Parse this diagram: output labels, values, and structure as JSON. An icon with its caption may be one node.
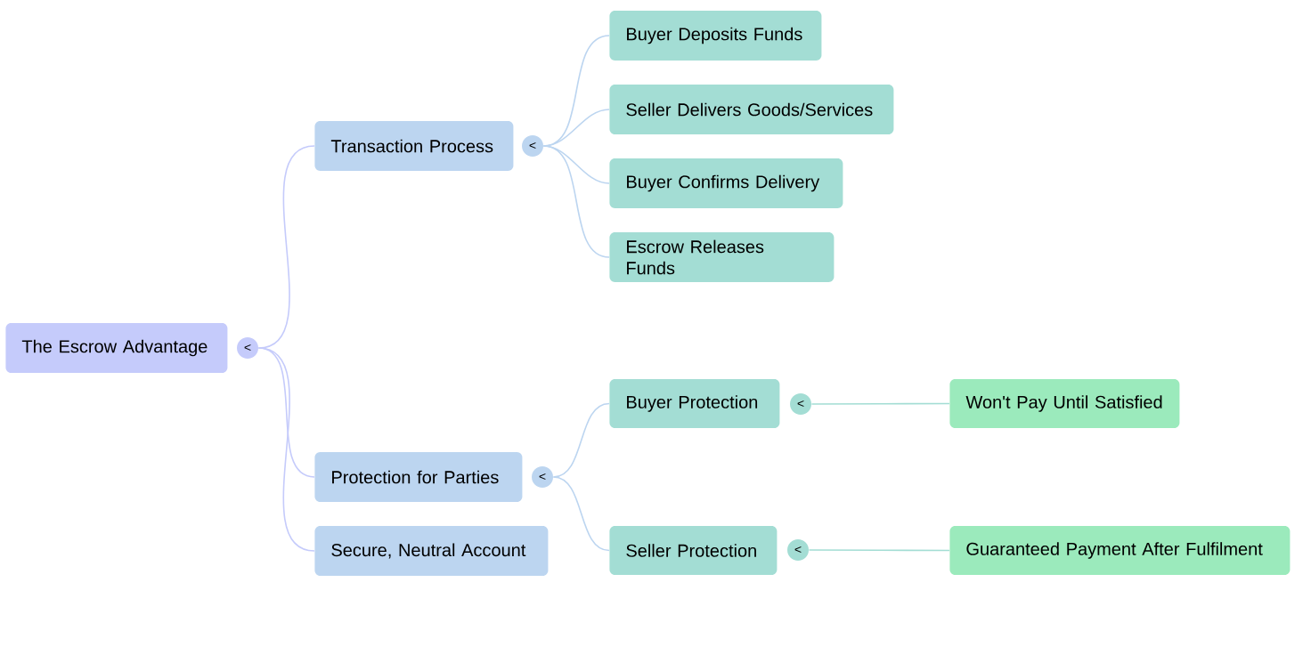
{
  "diagram": {
    "nodes": [
      {
        "text": [
          "The Escrow Advantage"
        ]
      },
      {
        "text": [
          "<"
        ]
      },
      {
        "text": [
          "Transaction Process"
        ]
      },
      {
        "text": [
          "<"
        ]
      },
      {
        "text": [
          "Buyer Deposits Funds"
        ]
      },
      {
        "text": [
          "Seller Delivers Goods/Services"
        ]
      },
      {
        "text": [
          "Buyer Confirms Delivery"
        ]
      },
      {
        "text": [
          "Escrow Releases Funds"
        ]
      },
      {
        "text": [
          "Protection for Parties"
        ]
      },
      {
        "text": [
          "<"
        ]
      },
      {
        "text": [
          "Secure, Neutral Account"
        ]
      },
      {
        "text": [
          "Buyer Protection"
        ]
      },
      {
        "text": [
          "<"
        ]
      },
      {
        "text": [
          "Won't Pay Until Satisfied"
        ]
      },
      {
        "text": [
          "Seller Protection"
        ]
      },
      {
        "text": [
          "<"
        ]
      },
      {
        "text": [
          "Guaranteed Payment After Fulfilment"
        ]
      }
    ],
    "edges": [
      {
        "from": 1,
        "to": 2,
        "arrow": "none",
        "color": "#c5cbfb"
      },
      {
        "from": 1,
        "to": 8,
        "arrow": "none",
        "color": "#c5cbfb"
      },
      {
        "from": 1,
        "to": 10,
        "arrow": "none",
        "color": "#c5cbfb"
      },
      {
        "from": 3,
        "to": 4,
        "arrow": "none"
      },
      {
        "from": 3,
        "to": 5,
        "arrow": "none"
      },
      {
        "from": 3,
        "to": 6,
        "arrow": "none"
      },
      {
        "from": 3,
        "to": 7,
        "arrow": "none"
      },
      {
        "from": 9,
        "to": 11,
        "arrow": "none"
      },
      {
        "from": 9,
        "to": 14,
        "arrow": "none"
      },
      {
        "from": 12,
        "to": 13,
        "arrow": "none",
        "color": "#a3ddd4"
      },
      {
        "from": 15,
        "to": 16,
        "arrow": "none",
        "color": "#a3ddd4"
      }
    ]
  }
}
